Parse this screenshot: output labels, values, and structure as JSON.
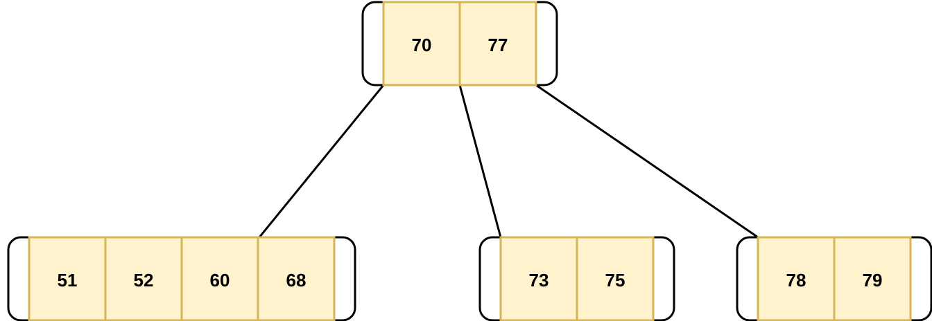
{
  "tree": {
    "root": {
      "id": "root",
      "keys": [
        "70",
        "77"
      ]
    },
    "children": [
      {
        "id": "child-1",
        "parent_pointer": 0,
        "keys": [
          "51",
          "52",
          "60",
          "68"
        ]
      },
      {
        "id": "child-2",
        "parent_pointer": 1,
        "keys": [
          "73",
          "75"
        ]
      },
      {
        "id": "child-3",
        "parent_pointer": 2,
        "keys": [
          "78",
          "79"
        ]
      }
    ]
  },
  "colors": {
    "key_fill": "#fff2cc",
    "key_border": "#d6b656",
    "outline": "#000000",
    "edge": "#000000"
  }
}
